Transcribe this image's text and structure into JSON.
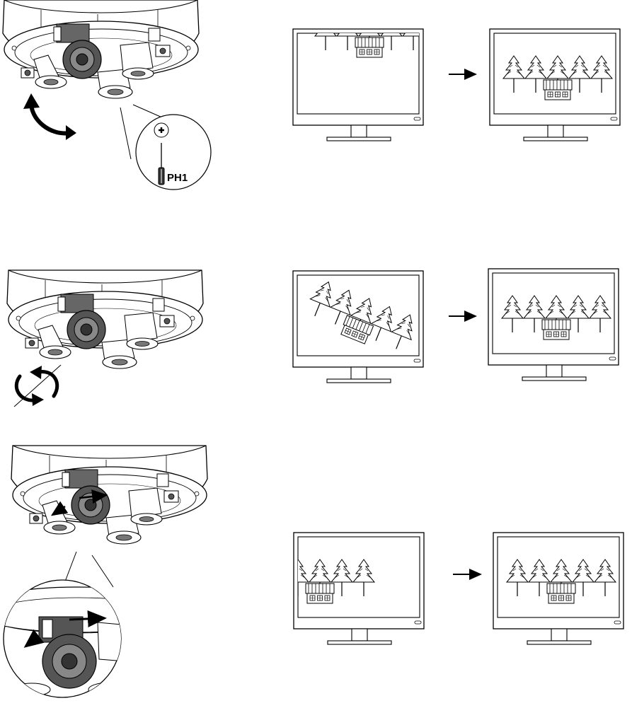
{
  "callout": {
    "tool_label": "PH1"
  },
  "steps": [
    {
      "id": "pan",
      "icon": "curved-double-arrow-icon",
      "before": "monitor-scene-low-icon",
      "after": "monitor-scene-centered-icon"
    },
    {
      "id": "rotate",
      "icon": "circular-rotate-arrow-icon",
      "before": "monitor-scene-tilted-icon",
      "after": "monitor-scene-centered-icon"
    },
    {
      "id": "tilt",
      "icon": "slide-arrows-icon",
      "before": "monitor-scene-left-icon",
      "after": "monitor-scene-centered-icon"
    }
  ]
}
